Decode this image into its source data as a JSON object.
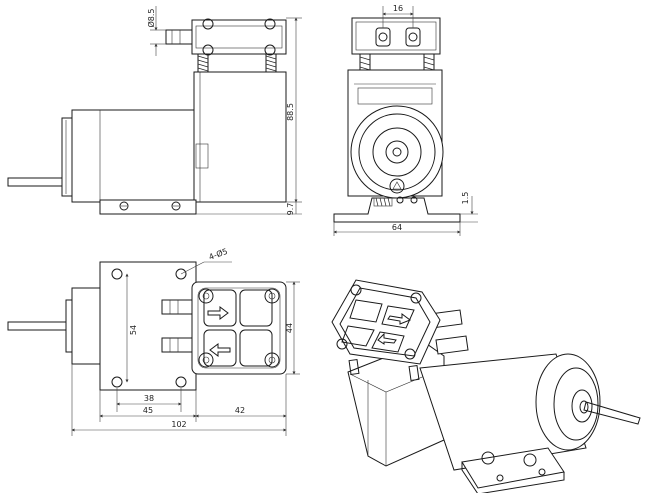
{
  "dimensions": {
    "side_port_diameter": "Ø8.5",
    "side_height": "88.5",
    "side_base_offset": "9.7",
    "front_port_spacing": "16",
    "front_bracket_thickness": "1.5",
    "front_width": "64",
    "top_mount_holes": "4-Ø5",
    "top_hole_spacing_vertical": "54",
    "top_head_height": "44",
    "top_hole_spacing_horizontal": "38",
    "top_bracket_length": "45",
    "top_head_length": "42",
    "top_overall_length": "102"
  }
}
